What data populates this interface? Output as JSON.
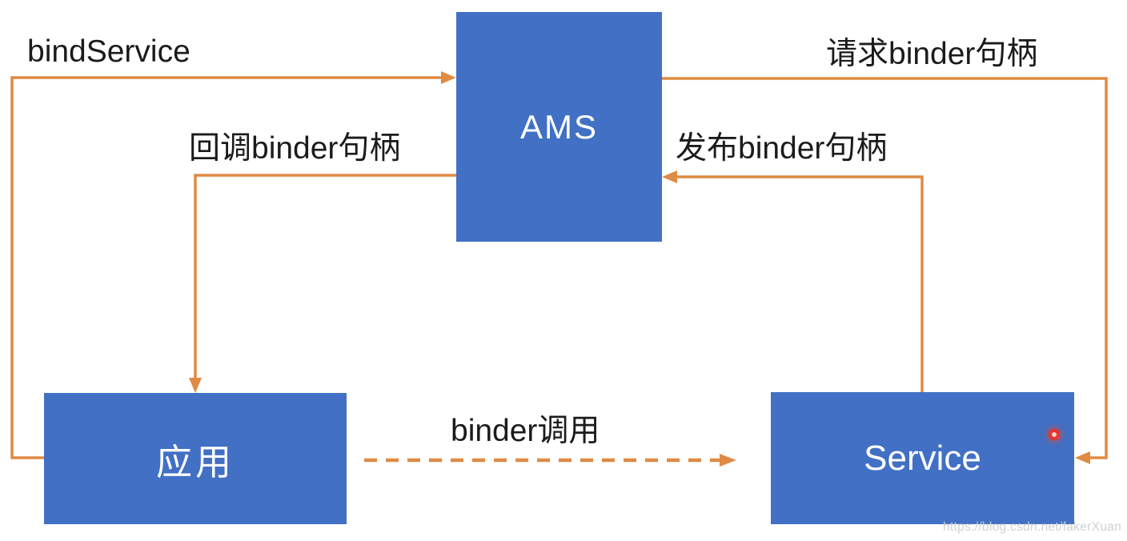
{
  "diagram": {
    "title_context": "Android bindService binder flow diagram",
    "nodes": [
      {
        "id": "ams",
        "label": "AMS"
      },
      {
        "id": "app",
        "label": "应用"
      },
      {
        "id": "service",
        "label": "Service"
      }
    ],
    "edges": [
      {
        "id": "bind-service",
        "label": "bindService",
        "from": "app",
        "to": "ams",
        "style": "solid"
      },
      {
        "id": "request-binder",
        "label": "请求binder句柄",
        "from": "ams",
        "to": "service",
        "style": "solid"
      },
      {
        "id": "callback-binder",
        "label": "回调binder句柄",
        "from": "ams",
        "to": "app",
        "style": "solid"
      },
      {
        "id": "publish-binder",
        "label": "发布binder句柄",
        "from": "service",
        "to": "ams",
        "style": "solid"
      },
      {
        "id": "binder-call",
        "label": "binder调用",
        "from": "app",
        "to": "service",
        "style": "dashed"
      }
    ],
    "colors": {
      "node_fill": "#4170c4",
      "node_text": "#ffffff",
      "arrow": "#e08a44",
      "label_text": "#1b1b1b",
      "pointer_dot": "#e8342a"
    },
    "watermark": "https://blog.csdn.net/fakerXuan"
  }
}
